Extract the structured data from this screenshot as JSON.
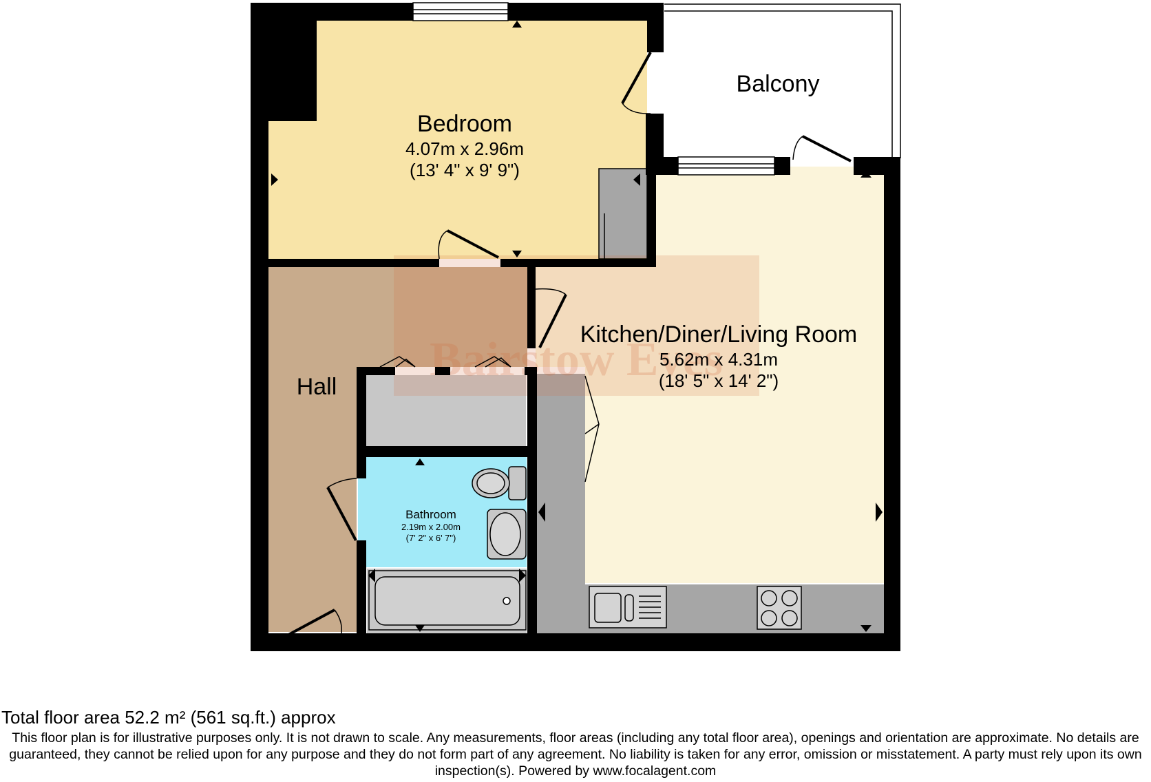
{
  "rooms": {
    "bedroom": {
      "name": "Bedroom",
      "metric": "4.07m x 2.96m",
      "imperial": "(13' 4\" x 9' 9\")"
    },
    "balcony": {
      "name": "Balcony"
    },
    "kitchen": {
      "name": "Kitchen/Diner/Living Room",
      "metric": "5.62m x 4.31m",
      "imperial": "(18' 5\" x 14' 2\")"
    },
    "hall": {
      "name": "Hall"
    },
    "bathroom": {
      "name": "Bathroom",
      "metric": "2.19m x 2.00m",
      "imperial": "(7' 2\" x 6' 7\")"
    }
  },
  "watermark": {
    "text": "Bairstow Eves"
  },
  "footer": {
    "total_area": "Total floor area 52.2 m² (561 sq.ft.) approx",
    "disclaimer": "This floor plan is for illustrative purposes only. It is not drawn to scale. Any measurements, floor areas (including any total floor area), openings and orientation are approximate. No details are guaranteed, they cannot be relied upon for any purpose and they do not form part of any agreement. No liability is taken for any error, omission or misstatement. A party must rely upon its own inspection(s). Powered by www.focalagent.com"
  },
  "colors": {
    "wall": "#000000",
    "bedroom": "#f8e4a8",
    "hall": "#c8ab8c",
    "kitchen": "#fbf4da",
    "bathroom": "#a2eaf8",
    "storage": "#c7c7c7",
    "counter": "#a6a6a6",
    "watermark": "#d26a3c"
  }
}
